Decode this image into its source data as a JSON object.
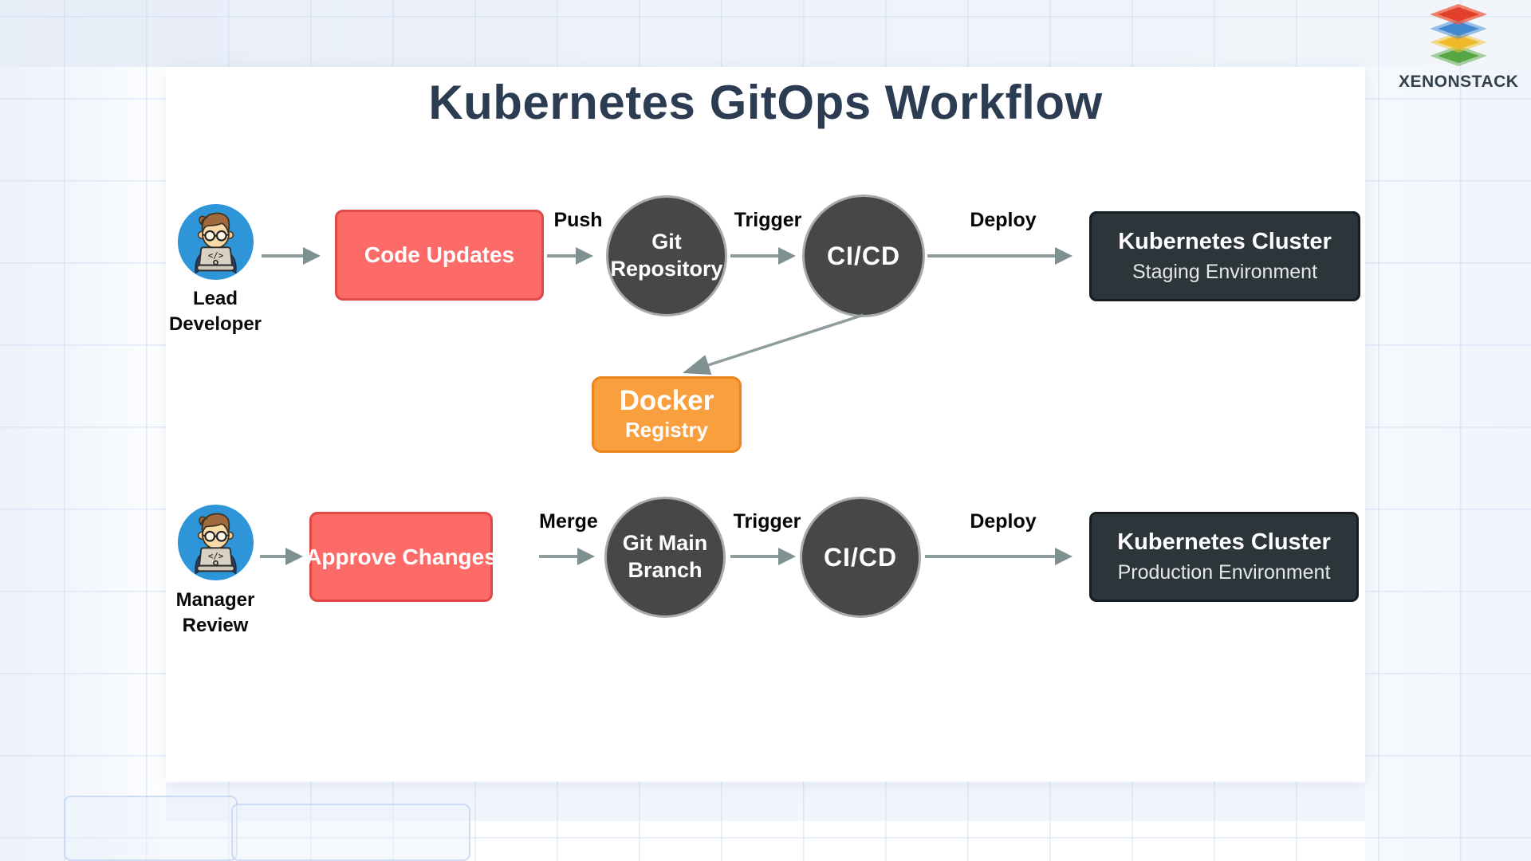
{
  "title": "Kubernetes GitOps Workflow",
  "brand": {
    "name": "XENONSTACK"
  },
  "staging_flow": {
    "actor": {
      "line1": "Lead",
      "line2": "Developer"
    },
    "action": "Code Updates",
    "edge1": "Push",
    "repo": {
      "line1": "Git",
      "line2": "Repository"
    },
    "edge2": "Trigger",
    "cicd": "CI/CD",
    "edge3": "Deploy",
    "cluster": {
      "title": "Kubernetes Cluster",
      "subtitle": "Staging Environment"
    }
  },
  "production_flow": {
    "actor": {
      "line1": "Manager",
      "line2": "Review"
    },
    "action": "Approve Changes",
    "edge1": "Merge",
    "repo": {
      "line1": "Git Main",
      "line2": "Branch"
    },
    "edge2": "Trigger",
    "cicd": "CI/CD",
    "edge3": "Deploy",
    "cluster": {
      "title": "Kubernetes Cluster",
      "subtitle": "Production Environment"
    }
  },
  "registry": {
    "line1": "Docker",
    "line2": "Registry"
  },
  "colors": {
    "title_text": "#2c3c52",
    "action_fill": "#fd6b68",
    "action_border": "#e04946",
    "node_fill": "#474747",
    "cluster_fill": "#2c3539",
    "registry_fill": "#f99f3e",
    "registry_border": "#e8851d",
    "arrow": "#8d9c9c",
    "avatar_bg": "#2e96d8"
  }
}
